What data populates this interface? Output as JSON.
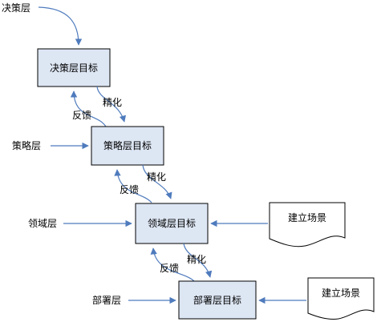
{
  "colors": {
    "box_fill": "#dde6f3",
    "box_stroke": "#000000",
    "arrow": "#4f7bbd",
    "doc_fill": "#ffffff"
  },
  "layers": {
    "decision": "决策层",
    "strategy": "策略层",
    "domain": "领域层",
    "deploy": "部署层"
  },
  "boxes": {
    "decision_goal": "决策层目标",
    "strategy_goal": "策略层目标",
    "domain_goal": "领域层目标",
    "deploy_goal": "部署层目标"
  },
  "loops": {
    "refine": "精化",
    "feedback": "反馈"
  },
  "documents": {
    "scenario_1": "建立场景",
    "scenario_2": "建立场景"
  }
}
